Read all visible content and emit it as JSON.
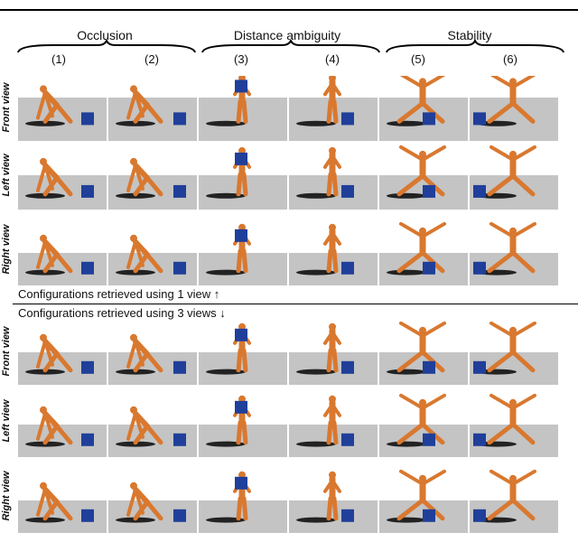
{
  "groups": [
    {
      "label": "Occlusion",
      "columns": [
        "(1)",
        "(2)"
      ]
    },
    {
      "label": "Distance ambiguity",
      "columns": [
        "(3)",
        "(4)"
      ]
    },
    {
      "label": "Stability",
      "columns": [
        "(5)",
        "(6)"
      ]
    }
  ],
  "row_labels": [
    "Front view",
    "Left view",
    "Right view"
  ],
  "caption_one_view": "Configurations retrieved using 1 view ↑",
  "caption_three_views": "Configurations retrieved using 3 views ↓",
  "colors": {
    "mannequin": "#d9782f",
    "cube": "#1f3f9a",
    "ground": "#c4c4c4"
  }
}
